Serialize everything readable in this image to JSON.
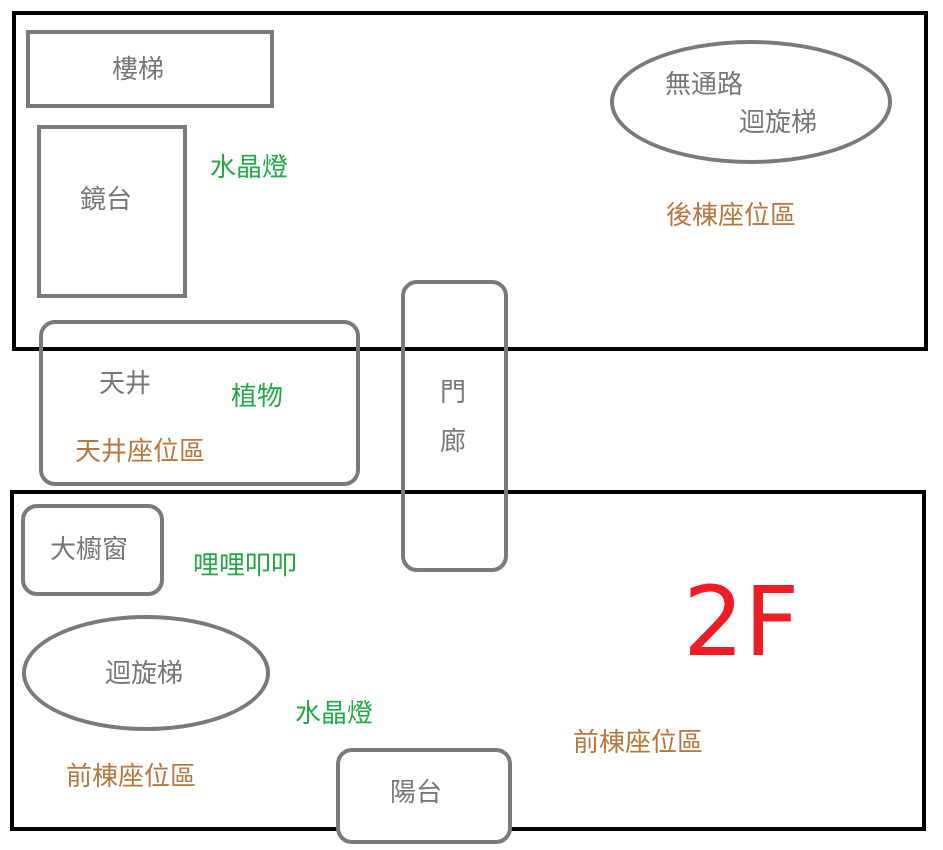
{
  "floor_label": "2F",
  "back_building": {
    "stairs": "樓梯",
    "mirror_stand": "鏡台",
    "chandelier": "水晶燈",
    "no_passage": "無通路",
    "spiral_stairs": "迴旋梯",
    "seating": "後棟座位區"
  },
  "courtyard": {
    "label": "天井",
    "plants": "植物",
    "seating": "天井座位區"
  },
  "corridor": {
    "line1": "門",
    "line2": "廊"
  },
  "front_building": {
    "bay_window": "大櫥窗",
    "sign_text": "哩哩叩叩",
    "spiral_stairs": "迴旋梯",
    "chandelier": "水晶燈",
    "seating_right": "前棟座位區",
    "seating_left": "前棟座位區",
    "balcony": "陽台"
  },
  "colors": {
    "structure": "#777777",
    "decor": "#22a844",
    "seating": "#b7773f",
    "floor_label": "#ee1c24"
  }
}
